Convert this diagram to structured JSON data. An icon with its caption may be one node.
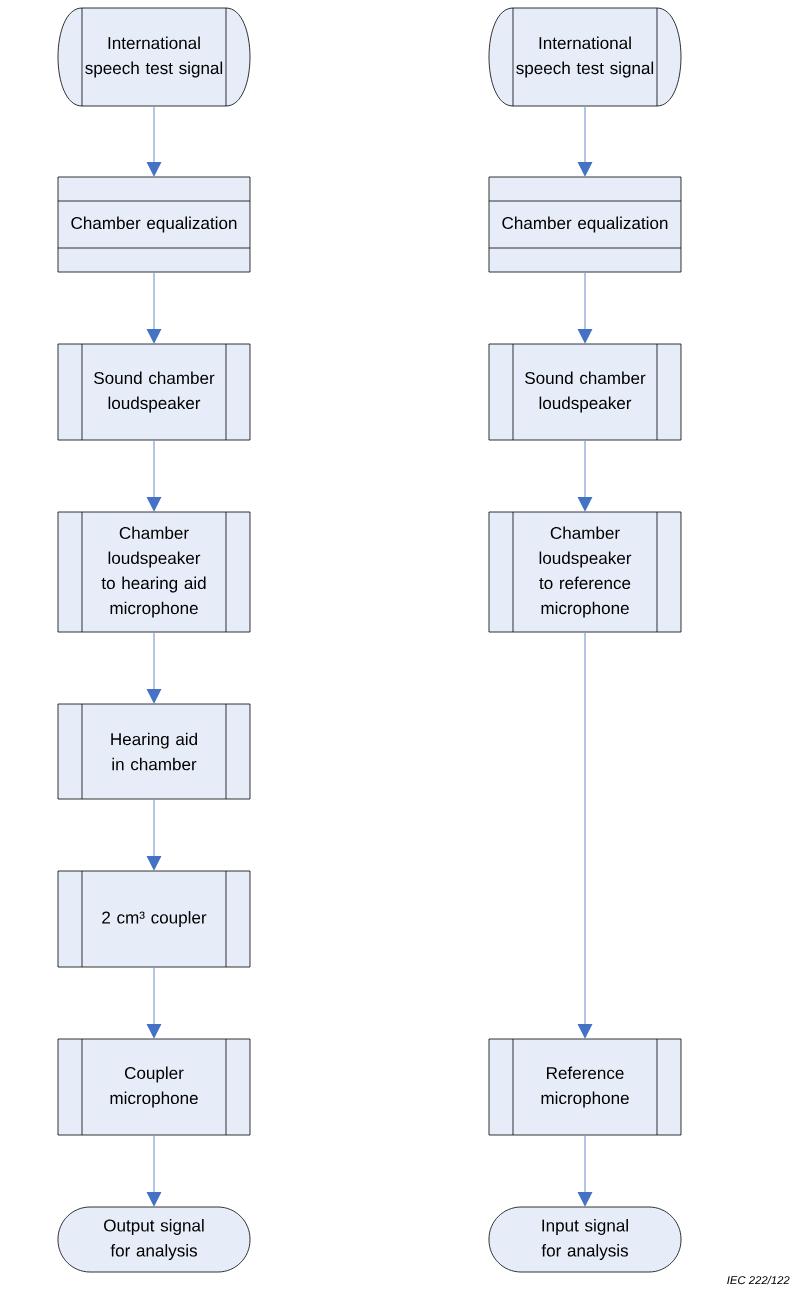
{
  "diagram": {
    "nodes": [
      {
        "text": [
          "International speech test signal"
        ]
      },
      {
        "text": [
          "Chamber equalization"
        ]
      },
      {
        "text": [
          "Sound chamber loudspeaker"
        ]
      },
      {
        "text": [
          "Chamber loudspeaker to hearing aid microphone"
        ]
      },
      {
        "text": [
          "Hearing aid in chamber"
        ]
      },
      {
        "text": [
          "2 cm³ coupler"
        ]
      },
      {
        "text": [
          "Coupler microphone"
        ]
      },
      {
        "text": [
          "Output signal for analysis"
        ]
      },
      {
        "text": [
          "International speech test signal"
        ]
      },
      {
        "text": [
          "Chamber equalization"
        ]
      },
      {
        "text": [
          "Sound chamber loudspeaker"
        ]
      },
      {
        "text": [
          "Chamber loudspeaker to reference microphone"
        ]
      },
      {
        "text": [
          "Reference microphone"
        ]
      },
      {
        "text": [
          "Input signal for analysis"
        ]
      }
    ],
    "edges": [
      {
        "from": 0,
        "to": 1,
        "arrow": "to"
      },
      {
        "from": 1,
        "to": 2,
        "arrow": "to"
      },
      {
        "from": 2,
        "to": 3,
        "arrow": "to"
      },
      {
        "from": 3,
        "to": 4,
        "arrow": "to"
      },
      {
        "from": 4,
        "to": 5,
        "arrow": "to"
      },
      {
        "from": 5,
        "to": 6,
        "arrow": "to"
      },
      {
        "from": 6,
        "to": 7,
        "arrow": "to"
      },
      {
        "from": 8,
        "to": 9,
        "arrow": "to"
      },
      {
        "from": 9,
        "to": 10,
        "arrow": "to"
      },
      {
        "from": 10,
        "to": 11,
        "arrow": "to"
      },
      {
        "from": 11,
        "to": 12,
        "arrow": "to"
      },
      {
        "from": 12,
        "to": 13,
        "arrow": "to"
      }
    ],
    "labels": [
      "IEC 222/122"
    ]
  }
}
